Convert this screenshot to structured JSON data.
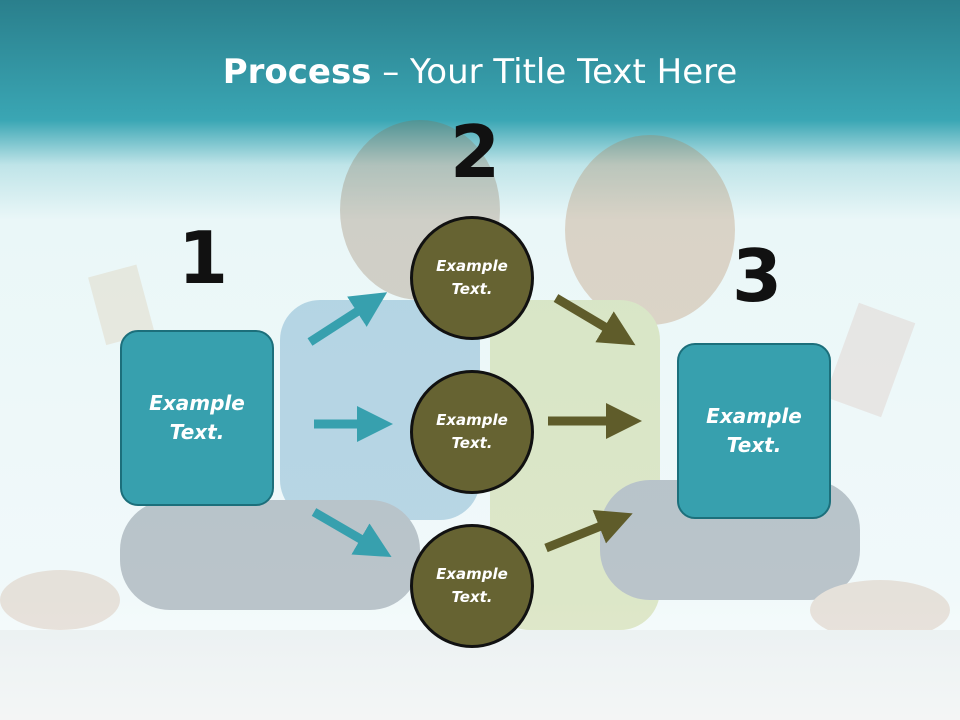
{
  "title": {
    "strong": "Process",
    "rest": " – Your Title Text Here"
  },
  "steps": [
    {
      "number": "1",
      "text": "Example\nText."
    },
    {
      "number": "2",
      "text": "Example\nText."
    },
    {
      "number": "3",
      "text": "Example\nText."
    }
  ],
  "circles": [
    {
      "text": "Example\nText."
    },
    {
      "text": "Example\nText."
    },
    {
      "text": "Example\nText."
    }
  ],
  "colors": {
    "box": "#37a0ae",
    "circle": "#666332",
    "arrow_teal": "#37a0ae",
    "arrow_olive": "#5f5c2a",
    "header": "#3aa6b4"
  }
}
